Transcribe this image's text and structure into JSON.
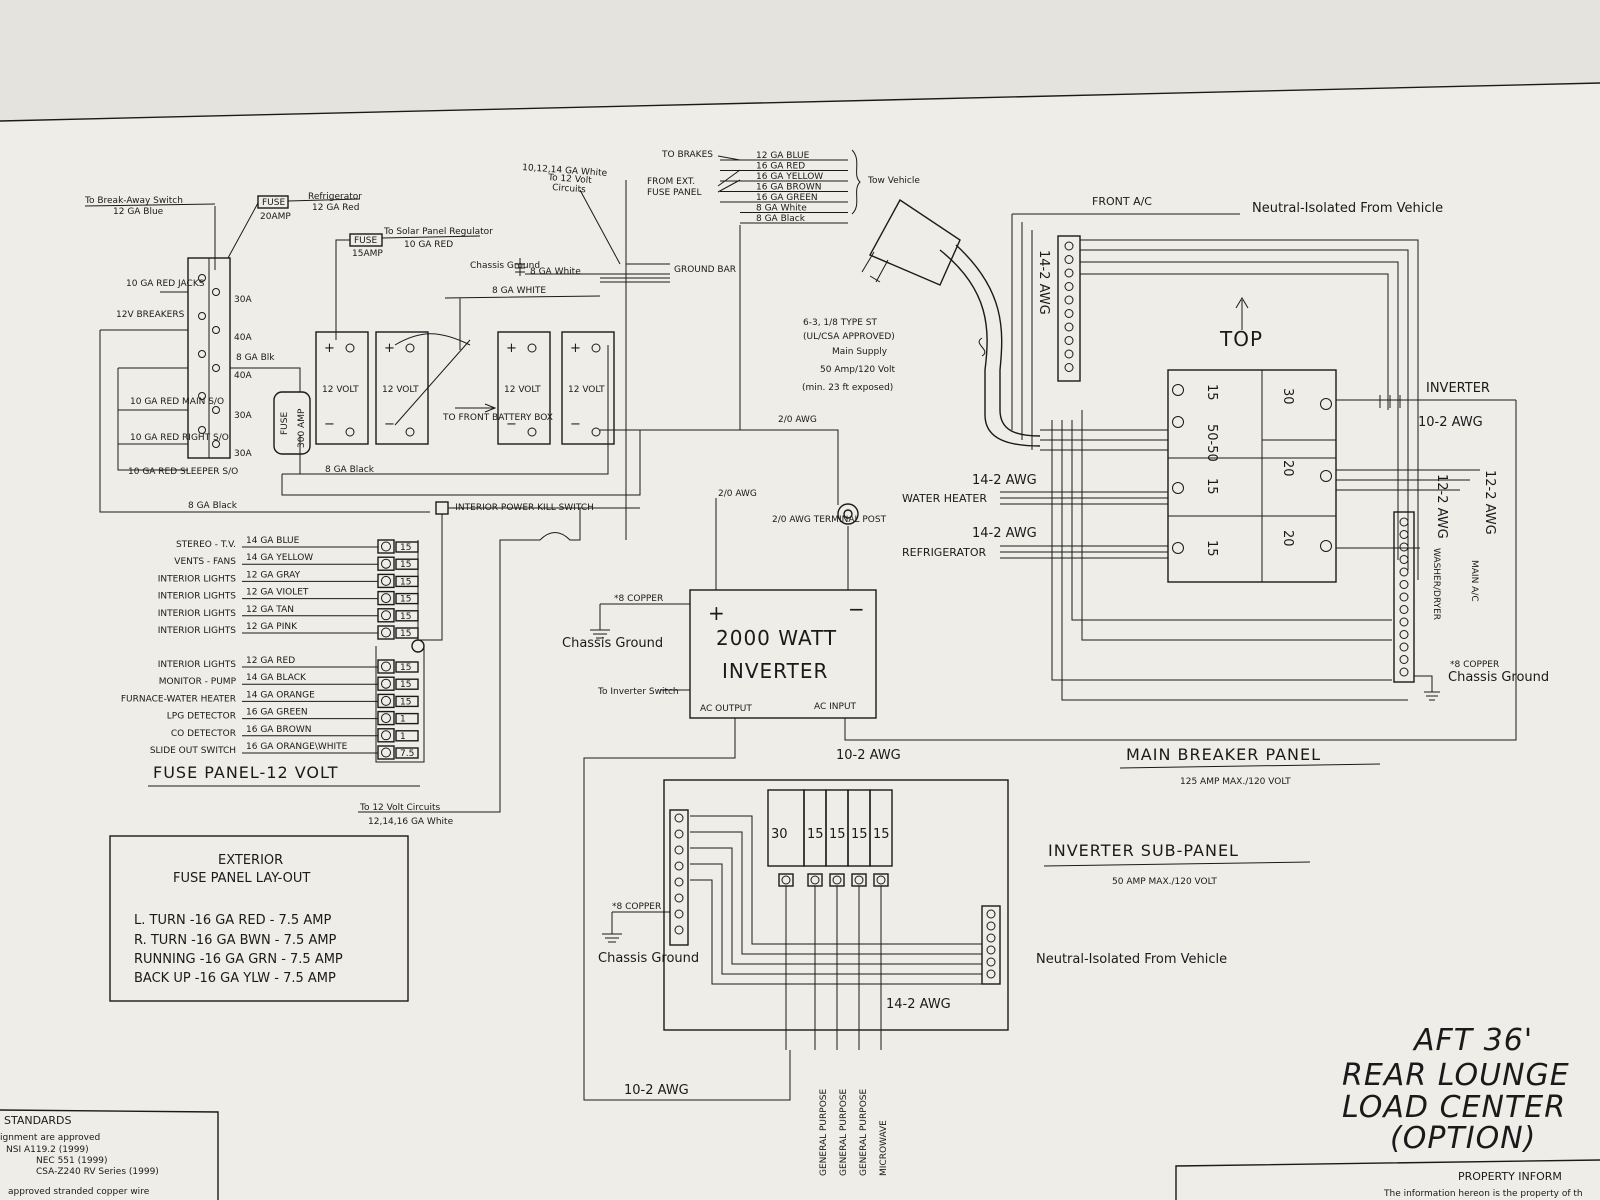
{
  "title": {
    "line1": "AFT 36'",
    "line2": "REAR LOUNGE",
    "line3": "LOAD CENTER",
    "line4": "(OPTION)"
  },
  "top_left": {
    "break_away": "To Break-Away Switch",
    "break_away_wire": "12 GA Blue",
    "fuse_20": "FUSE",
    "fuse_20_rating": "20AMP",
    "refrigerator": "Refrigerator",
    "refrigerator_wire": "12 GA Red",
    "fuse_15": "FUSE",
    "fuse_15_rating": "15AMP",
    "solar": "To Solar Panel Regulator",
    "solar_wire": "10 GA RED",
    "chassis_ground": "Chassis Ground",
    "eight_white": "8 GA White",
    "eight_white_caps": "8 GA WHITE",
    "ground_bar": "GROUND BAR",
    "jacks": "10 GA RED JACKS",
    "breakers": "12V BREAKERS",
    "main_s": "10 GA RED MAIN S/O",
    "right_s": "10 GA RED RIGHT S/O",
    "sleeper_s": "10 GA RED SLEEPER S/O",
    "a30": "30A",
    "a40": "40A",
    "a30b": "30A",
    "a30c": "30A",
    "a40b": "40A",
    "eight_blk": "8 GA Blk",
    "fuse_300": "FUSE",
    "fuse_300_rating": "300 AMP",
    "battery": "12 VOLT",
    "to_front": "TO FRONT BATTERY BOX",
    "eight_black": "8 GA Black",
    "eight_black_2": "8 GA Black",
    "kill_switch": "-INTERIOR POWER KILL SWITCH",
    "awg_20a": "2/0 AWG",
    "awg_20b": "2/0 AWG"
  },
  "tow": {
    "to_brakes": "TO BRAKES",
    "from_ext": "FROM EXT.",
    "fuse_panel": "FUSE PANEL",
    "wires": [
      "12 GA BLUE",
      "16 GA RED",
      "16 GA YELLOW",
      "16 GA BROWN",
      "16 GA GREEN",
      "8 GA White",
      "8 GA Black"
    ],
    "tow_vehicle": "Tow Vehicle",
    "circuits_note": [
      "10,12,14 GA White",
      "To 12 Volt",
      "Circuits"
    ]
  },
  "supply": {
    "lines": [
      "6-3, 1/8 TYPE ST",
      "(UL/CSA APPROVED)",
      "Main Supply",
      "50 Amp/120 Volt",
      "(min. 23 ft exposed)"
    ]
  },
  "fuse_panel": {
    "title": "FUSE PANEL-12 VOLT",
    "rows": [
      {
        "circuit": "STEREO - T.V.",
        "wire": "14 GA BLUE",
        "amp": "15"
      },
      {
        "circuit": "VENTS - FANS",
        "wire": "14 GA YELLOW",
        "amp": "15"
      },
      {
        "circuit": "INTERIOR LIGHTS",
        "wire": "12 GA GRAY",
        "amp": "15"
      },
      {
        "circuit": "INTERIOR LIGHTS",
        "wire": "12 GA VIOLET",
        "amp": "15"
      },
      {
        "circuit": "INTERIOR LIGHTS",
        "wire": "12 GA TAN",
        "amp": "15"
      },
      {
        "circuit": "INTERIOR LIGHTS",
        "wire": "12 GA PINK",
        "amp": "15"
      },
      {
        "circuit": "INTERIOR LIGHTS",
        "wire": "12 GA RED",
        "amp": "15"
      },
      {
        "circuit": "MONITOR - PUMP",
        "wire": "14 GA BLACK",
        "amp": "15"
      },
      {
        "circuit": "FURNACE-WATER HEATER",
        "wire": "14 GA ORANGE",
        "amp": "15"
      },
      {
        "circuit": "LPG DETECTOR",
        "wire": "16 GA GREEN",
        "amp": "1"
      },
      {
        "circuit": "CO DETECTOR",
        "wire": "16 GA BROWN",
        "amp": "1"
      },
      {
        "circuit": "SLIDE OUT SWITCH",
        "wire": "16 GA ORANGE\\WHITE",
        "amp": "7.5"
      }
    ],
    "to_12v": "To 12 Volt Circuits",
    "to_12v_wire": "12,14,16 GA White"
  },
  "exterior": {
    "title1": "EXTERIOR",
    "title2": "FUSE PANEL LAY-OUT",
    "rows": [
      "L. TURN  -16 GA RED - 7.5 AMP",
      "R. TURN  -16 GA BWN - 7.5 AMP",
      "RUNNING  -16 GA GRN - 7.5 AMP",
      "BACK UP -16 GA YLW - 7.5 AMP"
    ]
  },
  "inverter": {
    "plus": "+",
    "minus": "−",
    "line1": "2000 WATT",
    "line2": "INVERTER",
    "ac_output": "AC OUTPUT",
    "ac_input": "AC INPUT",
    "copper": "*8 COPPER",
    "chassis_ground": "Chassis Ground",
    "to_switch": "To Inverter Switch",
    "terminal_post": "2/0 AWG TERMINAL POST",
    "awg_a": "10-2 AWG",
    "awg_b": "10-2 AWG"
  },
  "main_panel": {
    "front_ac": "FRONT A/C",
    "neutral": "Neutral-Isolated From Vehicle",
    "awg_142": "14-2 AWG",
    "top": "TOP",
    "breakers_left": [
      "15",
      "50-50",
      "15",
      "15"
    ],
    "breakers_right": [
      "30",
      "20",
      "20"
    ],
    "inverter": "INVERTER",
    "awg_102": "10-2 AWG",
    "water_heater": "WATER HEATER",
    "water_awg": "14-2 AWG",
    "refrigerator": "REFRIGERATOR",
    "refrig_awg": "14-2 AWG",
    "awg_v1": "12-2 AWG",
    "awg_v2": "12-2 AWG",
    "washer": "WASHER/DRYER",
    "main_ac": "MAIN A/C",
    "copper": "*8 COPPER",
    "chassis_ground": "Chassis Ground",
    "title": "MAIN BREAKER PANEL",
    "rating": "125 AMP MAX./120 VOLT"
  },
  "sub_panel": {
    "title": "INVERTER SUB-PANEL",
    "rating": "50 AMP MAX./120 VOLT",
    "breakers": [
      "30",
      "15",
      "15",
      "15",
      "15"
    ],
    "copper": "*8 COPPER",
    "chassis_ground": "Chassis Ground",
    "neutral": "Neutral-Isolated From Vehicle",
    "awg": "14-2 AWG",
    "outputs": [
      "GENERAL PURPOSE",
      "GENERAL PURPOSE",
      "GENERAL PURPOSE",
      "MICROWAVE"
    ]
  },
  "standards": {
    "title": "STANDARDS",
    "lines": [
      "ignment are approved",
      "NSI A119.2 (1999)",
      "NEC 551 (1999)",
      "CSA-Z240 RV Series (1999)",
      "approved stranded copper wire"
    ]
  },
  "property": {
    "title": "PROPERTY INFORM",
    "note": "The information hereon is the property of th"
  }
}
